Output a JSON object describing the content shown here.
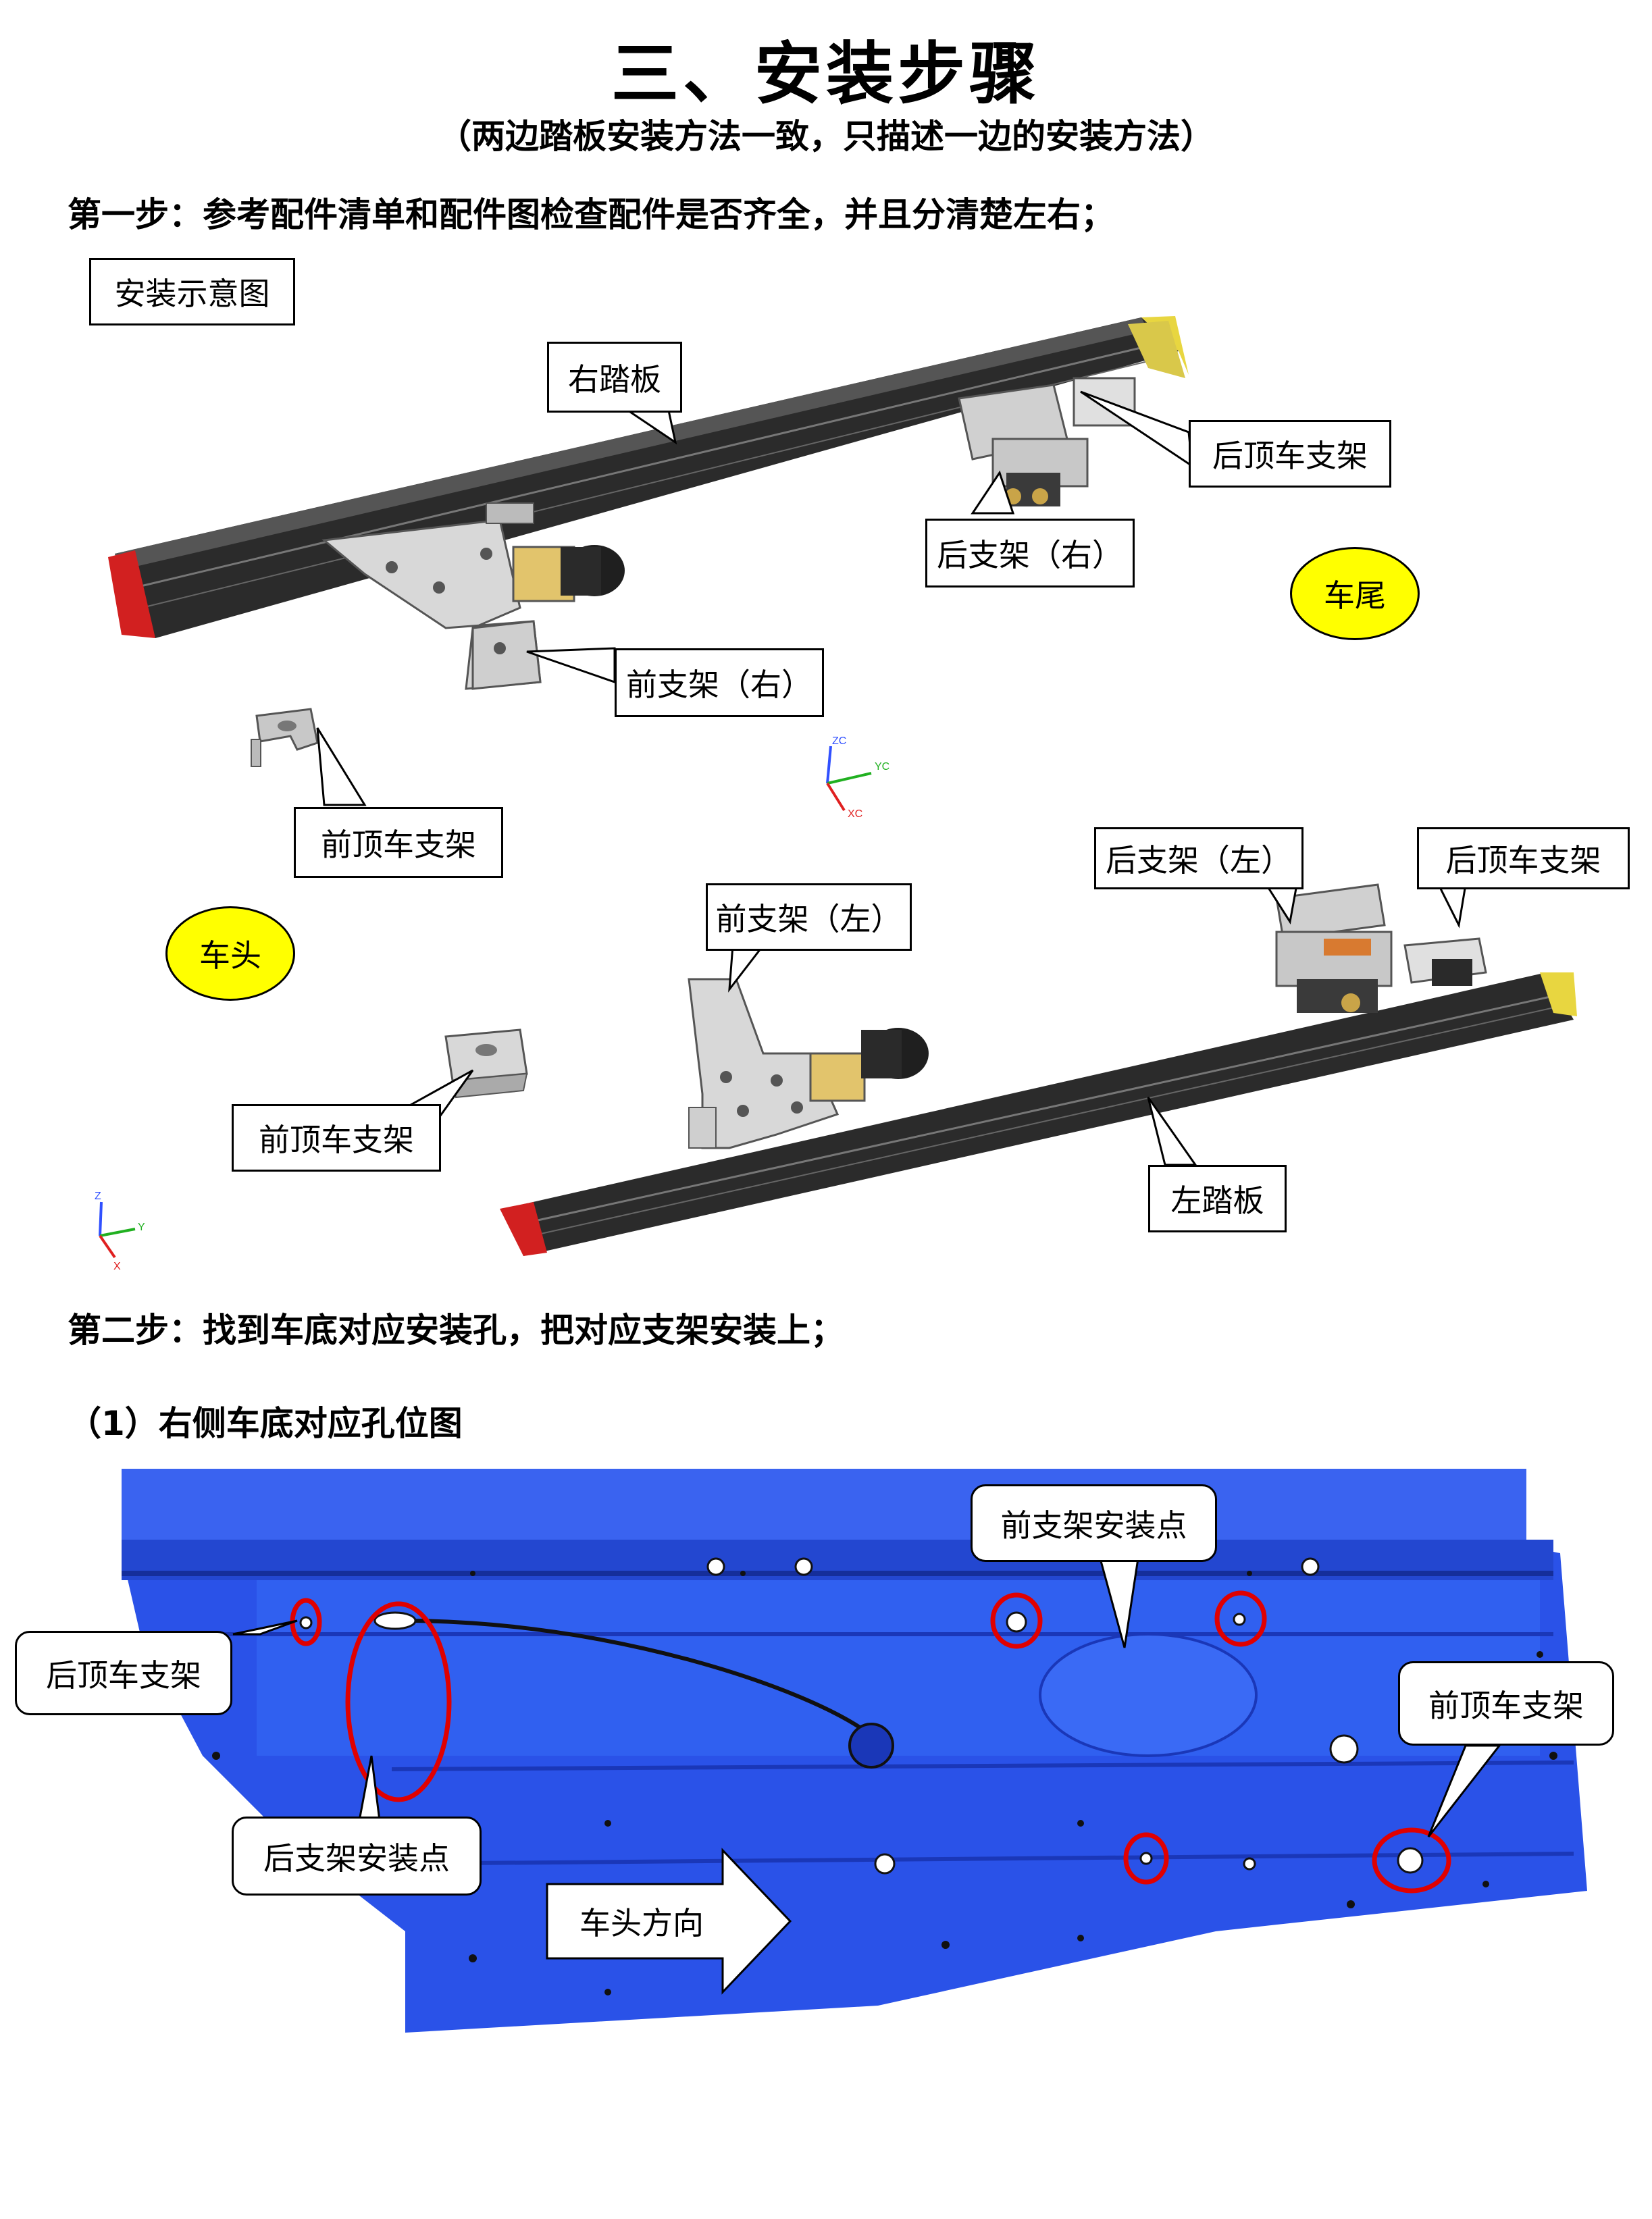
{
  "header": {
    "title": "三、安装步骤",
    "subtitle": "（两边踏板安装方法一致，只描述一边的安装方法）"
  },
  "step1": {
    "text": "第一步：参考配件清单和配件图检查配件是否齐全，并且分清楚左右；",
    "diagram_label": "安装示意图",
    "callouts": {
      "right_board": "右踏板",
      "rear_top_bracket_right": "后顶车支架",
      "rear_bracket_right": "后支架（右）",
      "front_bracket_right": "前支架（右）",
      "front_top_bracket_1": "前顶车支架",
      "rear_bracket_left": "后支架（左）",
      "rear_top_bracket_left": "后顶车支架",
      "front_bracket_left": "前支架（左）",
      "front_top_bracket_2": "前顶车支架",
      "left_board": "左踏板"
    },
    "tags": {
      "rear": "车尾",
      "front": "车头"
    },
    "axes_1": {
      "z": "ZC",
      "y": "YC",
      "x": "XC"
    },
    "axes_2": {
      "z": "Z",
      "y": "Y",
      "x": "X"
    }
  },
  "step2": {
    "text": "第二步：找到车底对应安装孔，把对应支架安装上；",
    "sub1": "（1）右侧车底对应孔位图",
    "callouts": {
      "rear_top_bracket": "后顶车支架",
      "rear_bracket_point": "后支架安装点",
      "front_bracket_point": "前支架安装点",
      "front_top_bracket": "前顶车支架",
      "front_direction": "车头方向"
    }
  },
  "colors": {
    "underbody_blue": "#2a52e8",
    "marker_red": "#e00000",
    "tag_yellow": "#ffff00",
    "board_dark": "#2b2b2b"
  }
}
